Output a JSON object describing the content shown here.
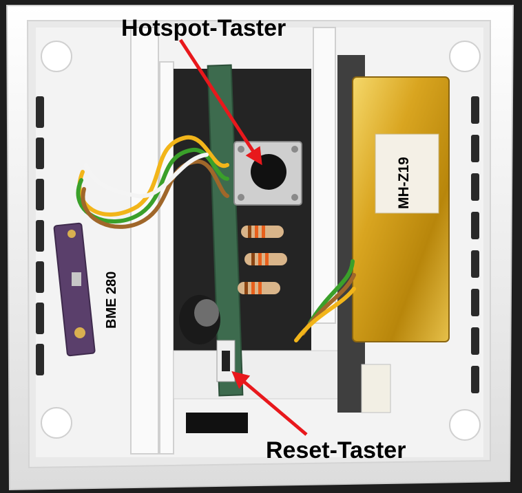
{
  "callouts": {
    "hotspot_button": "Hotspot-Taster",
    "reset_button": "Reset-Taster"
  },
  "components": {
    "bme_sensor": "BME 280",
    "co2_sensor": "MH-Z19"
  },
  "colors": {
    "enclosure": "#f2f2f2",
    "arrow": "#e8181c",
    "pcb_green": "#3d6b4e",
    "gold_module": "#d9a520",
    "bme_board": "#5a3f6b"
  }
}
